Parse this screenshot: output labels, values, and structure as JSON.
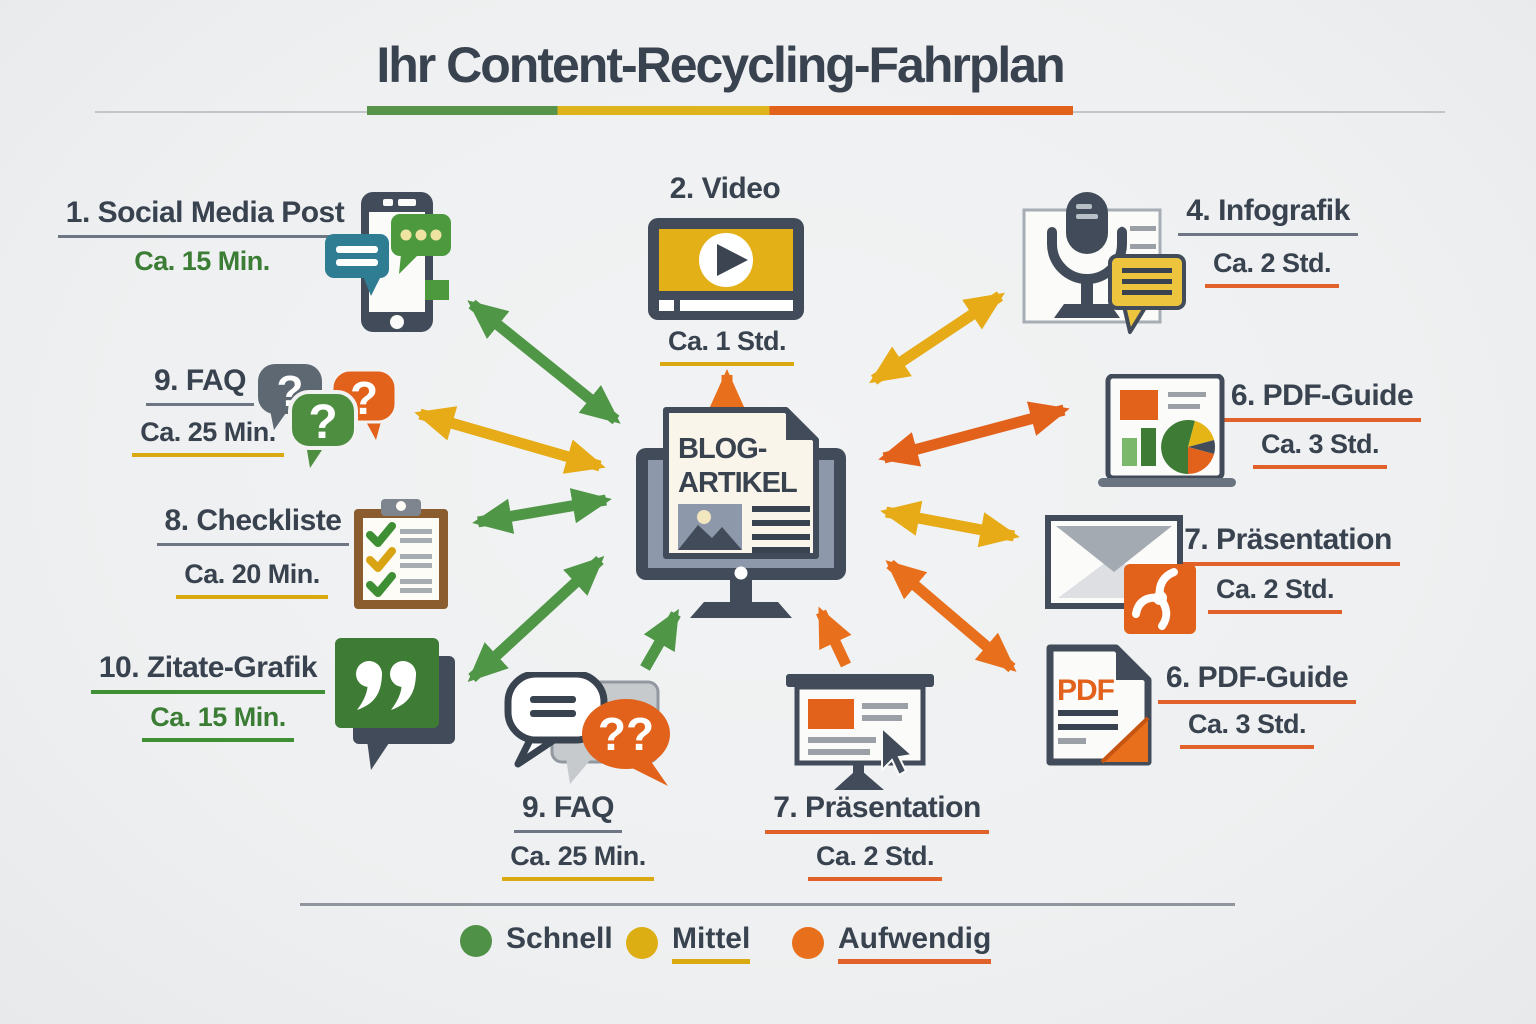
{
  "title": "Ihr Content-Recycling-Fahrplan",
  "center": {
    "line1": "BLOG-",
    "line2": "ARTIKEL"
  },
  "items": {
    "social": {
      "label": "1. Social Media Post",
      "time": "Ca. 15 Min."
    },
    "video": {
      "label": "2. Video",
      "time": "Ca. 1 Std."
    },
    "infografik": {
      "label": "4. Infografik",
      "time": "Ca. 2 Std."
    },
    "faq_left": {
      "label": "9. FAQ",
      "time": "Ca. 25 Min."
    },
    "checkliste": {
      "label": "8. Checkliste",
      "time": "Ca. 20 Min."
    },
    "zitate": {
      "label": "10. Zitate-Grafik",
      "time": "Ca. 15 Min."
    },
    "pdf_guide_right": {
      "label": "6. PDF-Guide",
      "time": "Ca. 3 Std."
    },
    "praesentation_right": {
      "label": "7. Präsentation",
      "time": "Ca. 2 Std."
    },
    "pdf_guide_bottom": {
      "label": "6. PDF-Guide",
      "time": "Ca. 3 Std."
    },
    "faq_bottom": {
      "label": "9. FAQ",
      "time": "Ca. 25 Min."
    },
    "praesentation_bottom": {
      "label": "7. Präsentation",
      "time": "Ca. 2 Std."
    }
  },
  "icon_text": {
    "pdf": "PDF",
    "q": "?",
    "qq": "??"
  },
  "legend": {
    "schnell": {
      "label": "Schnell",
      "color": "#4e9147"
    },
    "mittel": {
      "label": "Mittel",
      "color": "#ddae14"
    },
    "aufwendig": {
      "label": "Aufwendig",
      "color": "#e8701c"
    }
  },
  "colors": {
    "background": "#eff1f2",
    "heading": "#39424f",
    "green": "#4f9646",
    "gold": "#e6ab16",
    "orange": "#e8701c",
    "rust": "#e2611b",
    "slate": "#414b59"
  }
}
